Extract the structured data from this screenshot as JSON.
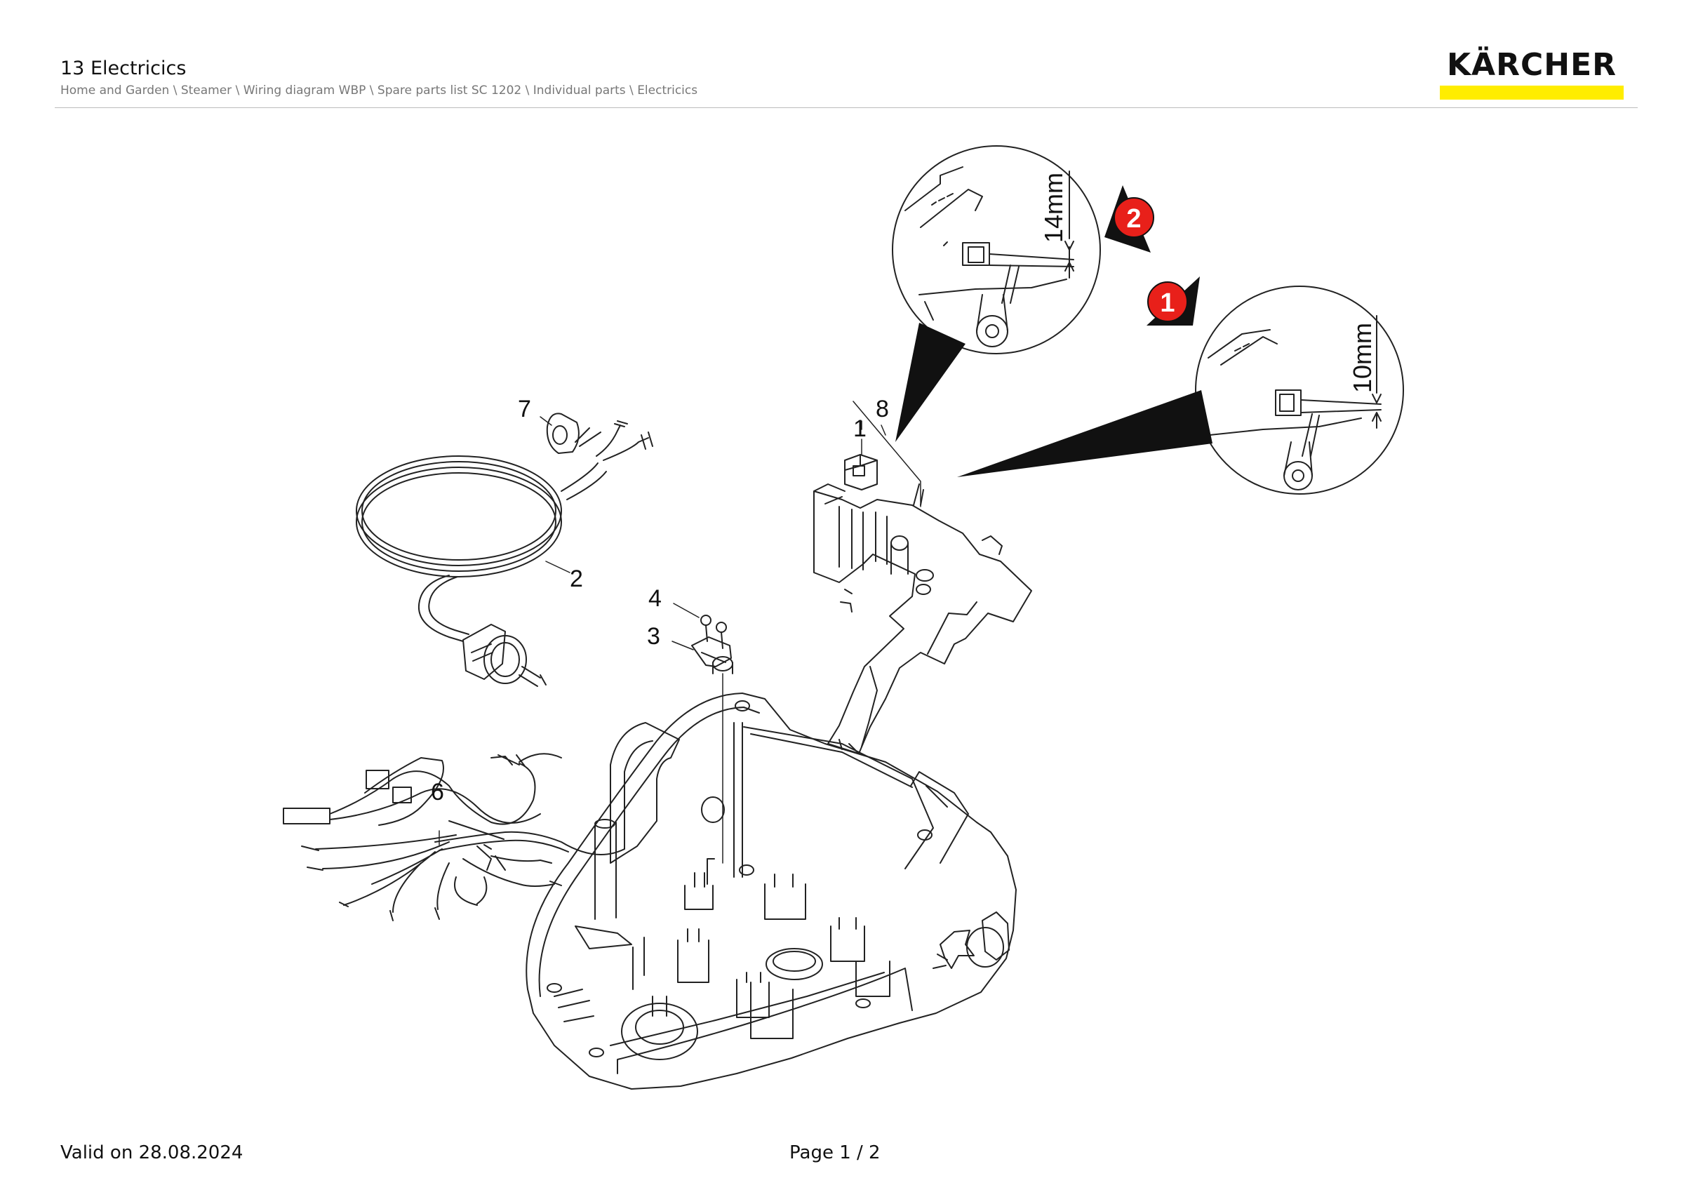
{
  "header": {
    "title": "13 Electricics",
    "breadcrumb": "Home and Garden \\ Steamer \\ Wiring diagram WBP \\ Spare parts list SC 1202 \\ Individual parts \\ Electricics"
  },
  "logo": {
    "text": "KÄRCHER",
    "bar_color": "#ffed00"
  },
  "drawing": {
    "part_labels": [
      "1",
      "2",
      "3",
      "4",
      "6",
      "7",
      "8"
    ],
    "dimension_labels": [
      "14mm",
      "10mm"
    ],
    "variant_badges": [
      "1",
      "2"
    ],
    "badge_color": "#e8201a"
  },
  "footer": {
    "valid": "Valid on 28.08.2024",
    "page": "Page 1 / 2"
  }
}
